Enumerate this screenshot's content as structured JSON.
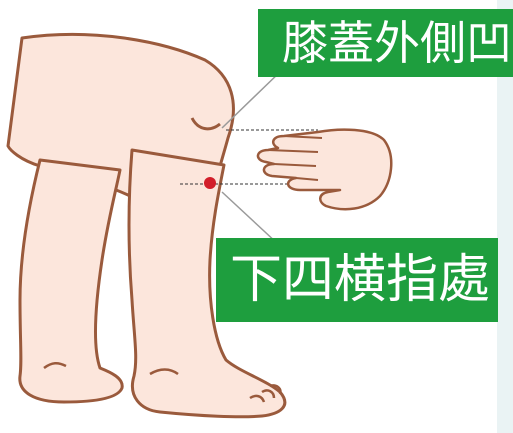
{
  "labels": {
    "top": "膝蓋外側凹",
    "bottom": "下四横指處"
  },
  "colors": {
    "skin": "#fce6dc",
    "outline": "#9a5a3c",
    "label_bg": "#1e9e3e",
    "acupoint": "#d21e2a",
    "leader_line": "#9a9a9a",
    "background": "#ffffff"
  },
  "icons": [
    "hand-icon",
    "acupoint-dot"
  ]
}
